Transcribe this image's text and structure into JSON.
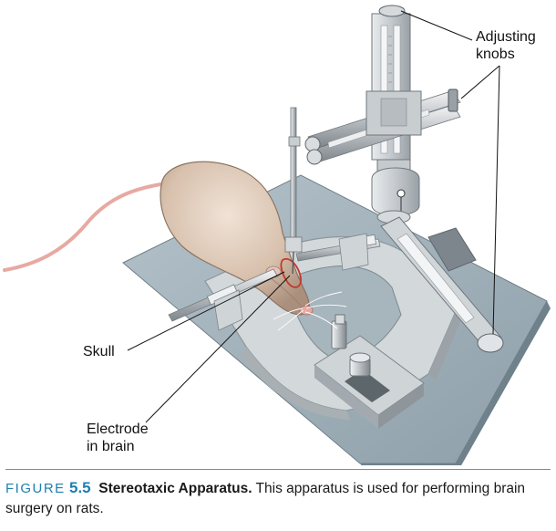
{
  "labels": {
    "adjusting_line1": "Adjusting",
    "adjusting_line2": "knobs",
    "skull": "Skull",
    "electrode_line1": "Electrode",
    "electrode_line2": "in brain"
  },
  "caption": {
    "figure_word": "FIGURE",
    "figure_number": "5.5",
    "title": "Stereotaxic Apparatus.",
    "text": "This apparatus is used for performing brain surgery on rats."
  },
  "colors": {
    "caption_accent": "#1e7fb0",
    "metal": "#c9cdd1",
    "base_plate": "#9fb0ba",
    "rat_fur": "#d9c3b0",
    "rat_tail": "#e7a9a2"
  }
}
